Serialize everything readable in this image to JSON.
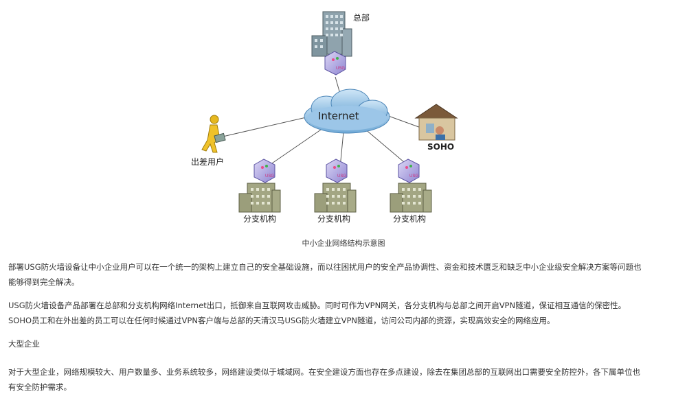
{
  "diagram": {
    "nodes": {
      "hq": "总部",
      "internet": "Internet",
      "traveler": "出差用户",
      "soho": "SOHO",
      "branch1": "分支机构",
      "branch2": "分支机构",
      "branch3": "分支机构"
    },
    "device_label": "USG"
  },
  "caption": "中小企业网络结构示意图",
  "paragraphs": {
    "p1": "部署USG防火墙设备让中小企业用户可以在一个统一的架构上建立自己的安全基础设施，而以往困扰用户的安全产品协调性、资金和技术匮乏和缺乏中小企业级安全解决方案等问题也能够得到完全解决。",
    "p2": "USG防火墙设备产品部署在总部和分支机构网络Internet出口，抵御来自互联网攻击威胁。同时可作为VPN网关，各分支机构与总部之间开启VPN隧道，保证相互通信的保密性。SOHO员工和在外出差的员工可以在任何时候通过VPN客户端与总部的天清汉马USG防火墙建立VPN隧道，访问公司内部的资源，实现高效安全的网络应用。",
    "heading": "大型企业",
    "p3": "对于大型企业，网络规模较大、用户数量多、业务系统较多，网络建设类似于城域网。在安全建设方面也存在多点建设，除去在集团总部的互联网出口需要安全防控外，各下属单位也有安全防护需求。"
  }
}
